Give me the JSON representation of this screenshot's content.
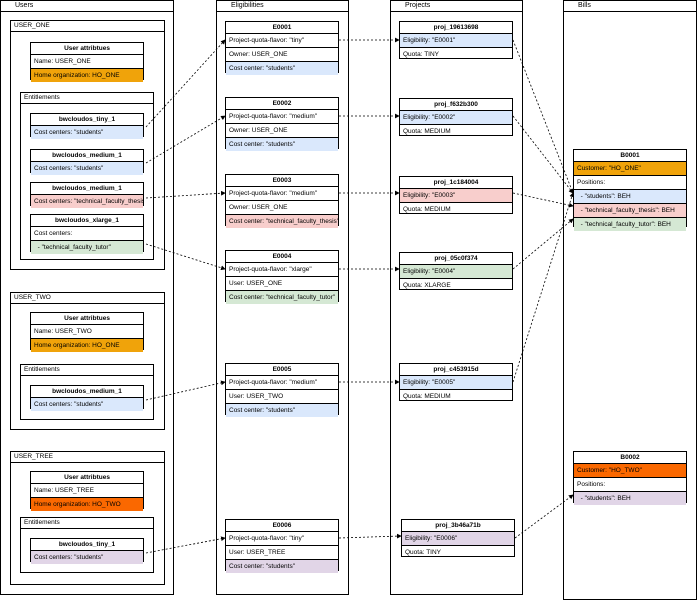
{
  "lanes": {
    "users": "Users",
    "eligibilities": "Eligibilities",
    "projects": "Projects",
    "bills": "Bills"
  },
  "users": [
    {
      "group": "USER_ONE",
      "attributes_title": "User attribtues",
      "name": "Name: USER_ONE",
      "org": "Home organization: HO_ONE",
      "entitlements_title": "Entitlements",
      "entitlements": [
        {
          "title": "bwcloudos_tiny_1",
          "rows": [
            "Cost centers: \"students\""
          ]
        },
        {
          "title": "bwcloudos_medium_1",
          "rows": [
            "Cost centers: \"students\""
          ]
        },
        {
          "title": "bwcloudos_medium_1",
          "rows": [
            "Cost centers: \"technical_faculty_thesis\""
          ]
        },
        {
          "title": "bwcloudos_xlarge_1",
          "rows": [
            "Cost centers:",
            "  - \"technical_faculty_tutor\""
          ]
        }
      ]
    },
    {
      "group": "USER_TWO",
      "attributes_title": "User attribtues",
      "name": "Name: USER_TWO",
      "org": "Home organization: HO_ONE",
      "entitlements_title": "Entitlements",
      "entitlements": [
        {
          "title": "bwcloudos_medium_1",
          "rows": [
            "Cost centers: \"students\""
          ]
        }
      ]
    },
    {
      "group": "USER_TREE",
      "attributes_title": "User attribtues",
      "name": "Name: USER_TREE",
      "org": "Home organization: HO_TWO",
      "entitlements_title": "Entitlements",
      "entitlements": [
        {
          "title": "bwcloudos_tiny_1",
          "rows": [
            "Cost centers: \"students\""
          ]
        }
      ]
    }
  ],
  "eligibilities": [
    {
      "title": "E0001",
      "rows": [
        "Project-quota-flavor: \"tiny\"",
        "Owner: USER_ONE",
        "Cost center: \"students\""
      ]
    },
    {
      "title": "E0002",
      "rows": [
        "Project-quota-flavor: \"medium\"",
        "Owner: USER_ONE",
        "Cost center: \"students\""
      ]
    },
    {
      "title": "E0003",
      "rows": [
        "Project-quota-flavor: \"medium\"",
        "Owner: USER_ONE",
        "Cost center: \"technical_faculty_thesis\""
      ]
    },
    {
      "title": "E0004",
      "rows": [
        "Project-quota-flavor: \"xlarge\"",
        "User: USER_ONE",
        "Cost center: \"technical_faculty_tutor\""
      ]
    },
    {
      "title": "E0005",
      "rows": [
        "Project-quota-flavor: \"medium\"",
        "User: USER_TWO",
        "Cost center: \"students\""
      ]
    },
    {
      "title": "E0006",
      "rows": [
        "Project-quota-flavor: \"tiny\"",
        "User: USER_TREE",
        "Cost center: \"students\""
      ]
    }
  ],
  "projects": [
    {
      "title": "proj_19613698",
      "rows": [
        "Eligibility: \"E0001\"",
        "Quota: TINY"
      ]
    },
    {
      "title": "proj_f632b300",
      "rows": [
        "Eligibility: \"E0002\"",
        "Quota: MEDIUM"
      ]
    },
    {
      "title": "proj_1c184004",
      "rows": [
        "Eligibility: \"E0003\"",
        "Quota: MEDIUM"
      ]
    },
    {
      "title": "proj_05c0f374",
      "rows": [
        "Eligibility: \"E0004\"",
        "Quota: XLARGE"
      ]
    },
    {
      "title": "proj_c453915d",
      "rows": [
        "Eligibility: \"E0005\"",
        "Quota: MEDIUM"
      ]
    },
    {
      "title": "proj_3b46a71b",
      "rows": [
        "Eligibility: \"E0006\"",
        "Quota: TINY"
      ]
    }
  ],
  "bills": [
    {
      "title": "B0001",
      "rows": [
        "Customer: \"HO_ONE\"",
        "Positions:",
        "  - \"students\": BEH",
        "  - \"technical_faculty_thesis\": BEH",
        "  - \"technical_faculty_tutor\": BEH"
      ]
    },
    {
      "title": "B0002",
      "rows": [
        "Customer: \"HO_TWO\"",
        "Positions:",
        "  - \"students\": BEH"
      ]
    }
  ],
  "colors": {
    "blue": "#dae8fc",
    "orange": "#f0a30a",
    "dark_orange": "#fa6800",
    "red": "#f8cecc",
    "green": "#d5e8d4",
    "purple": "#e1d5e7"
  }
}
